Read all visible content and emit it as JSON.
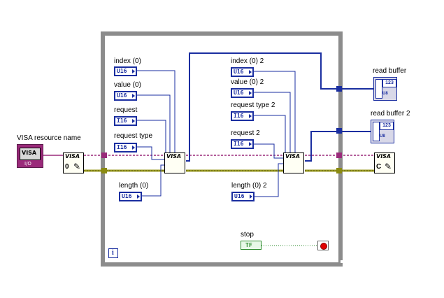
{
  "labels": {
    "visa_resource_name": "VISA resource name",
    "index0": "index (0)",
    "value0": "value (0)",
    "request": "request",
    "request_type": "request type",
    "length0": "length (0)",
    "index0_2": "index (0) 2",
    "value0_2": "value (0) 2",
    "request_type_2": "request type 2",
    "request_2": "request 2",
    "length0_2": "length (0) 2",
    "read_buffer": "read buffer",
    "read_buffer_2": "read buffer 2",
    "stop": "stop"
  },
  "terminals": {
    "index0": "U16",
    "value0": "U16",
    "request": "I16",
    "request_type": "I16",
    "length0": "U16",
    "index0_2": "U16",
    "value0_2": "U16",
    "request_type_2": "I16",
    "request_2": "I16",
    "length0_2": "U16",
    "stop": "TF",
    "visa_control": "VISA",
    "visa_io": "I/O",
    "read_buffer_type": "123",
    "read_buffer_sub": "U8"
  },
  "vis": {
    "open": "VISA",
    "open_sub": "0",
    "ctrl1": "VISA",
    "ctrl2": "VISA",
    "close": "VISA",
    "close_sub": "C"
  },
  "loop": {
    "iteration": "i"
  },
  "colors": {
    "loop_border": "#8c8c8c",
    "visa_wire": "#9a2a7a",
    "error_wire": "#9a9a20",
    "numeric_wire": "#1a2ea0",
    "bool_wire": "#2a8a2a",
    "stop_red": "#e00000"
  }
}
